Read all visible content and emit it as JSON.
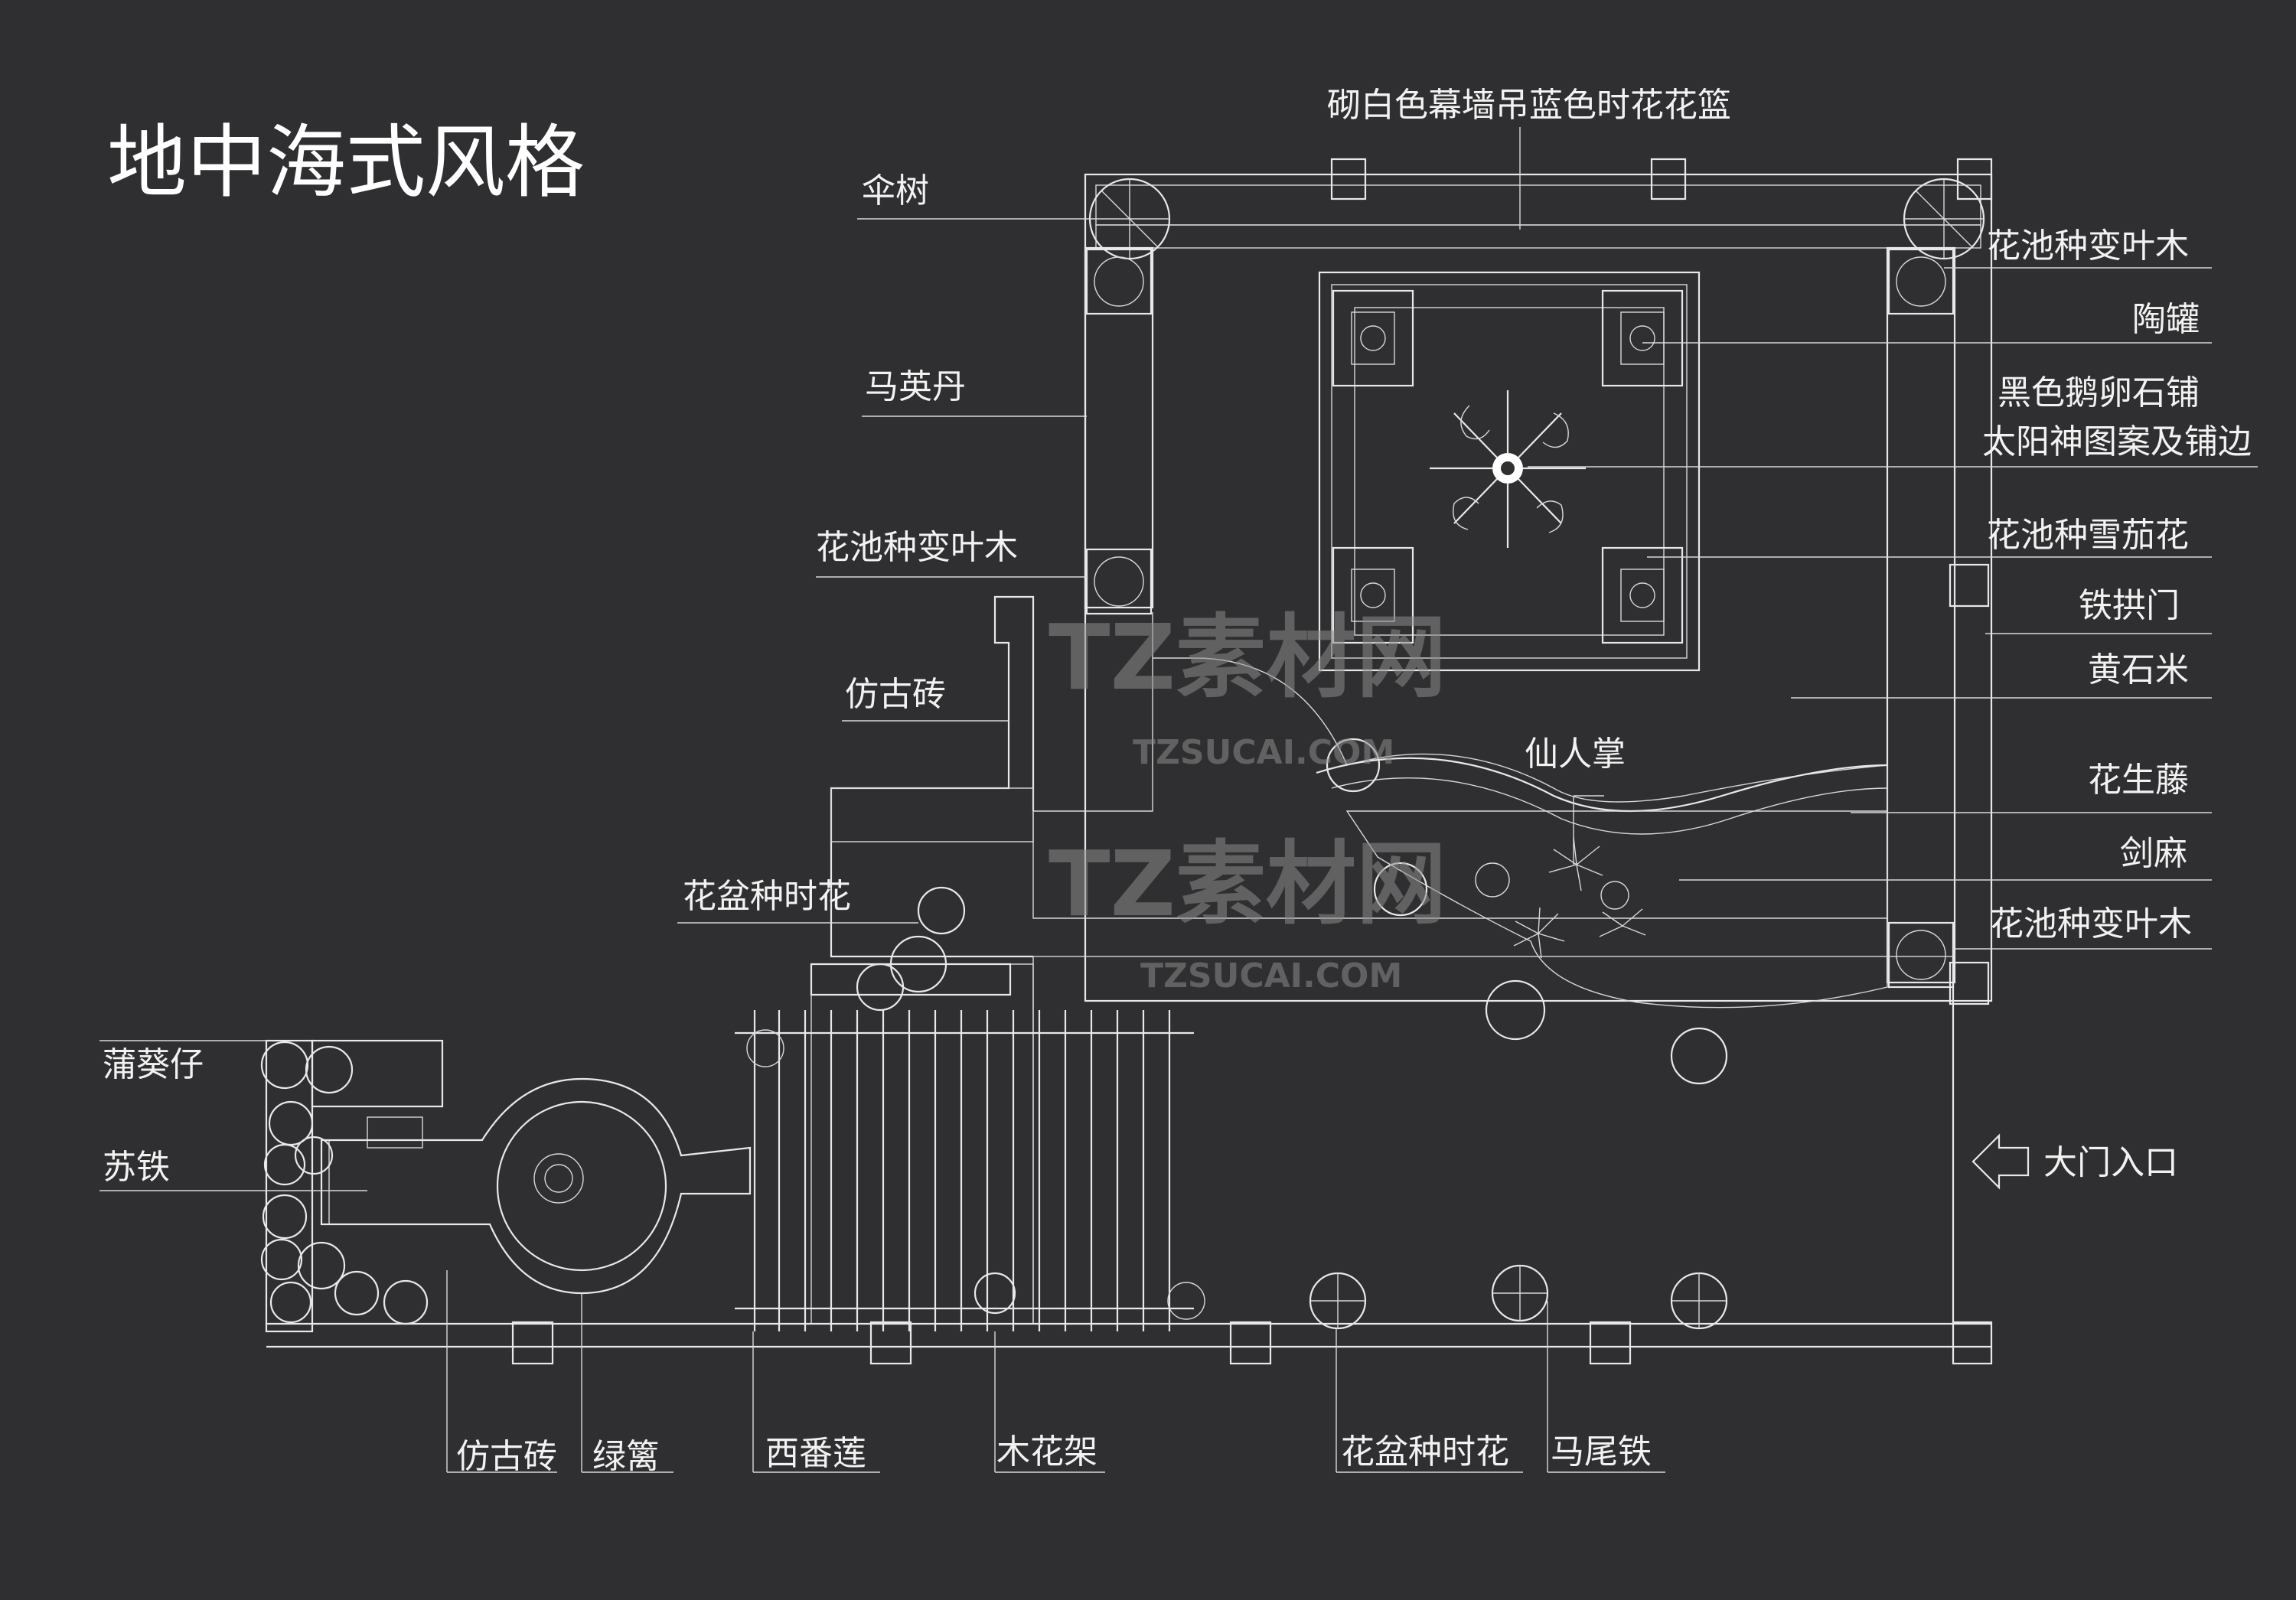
{
  "title": "地中海式风格",
  "watermark": {
    "brand": "TZ素材网",
    "url": "TZSUCAI.COM"
  },
  "labels": {
    "top_wall": "砌白色幕墙吊蓝色时花花篮",
    "umbrella_tree": "伞树",
    "lantana": "马英丹",
    "croton_bed_left": "花池种变叶木",
    "antique_brick_left": "仿古砖",
    "potted_flowers_left": "花盆种时花",
    "fan_palm": "蒲葵仔",
    "cycad": "苏铁",
    "croton_bed_top_right": "花池种变叶木",
    "clay_pot": "陶罐",
    "pebble_line1": "黑色鹅卵石铺",
    "pebble_line2": "太阳神图案及铺边",
    "cigar_flower_bed": "花池种雪茄花",
    "iron_arch": "铁拱门",
    "yellow_gravel": "黄石米",
    "peanut_vine": "花生藤",
    "sisal": "剑麻",
    "croton_bed_bottom_right": "花池种变叶木",
    "cactus": "仙人掌",
    "gate_entrance": "大门入口",
    "antique_brick_bottom": "仿古砖",
    "green_fence": "绿篱",
    "passion_fruit": "西番莲",
    "wood_pergola": "木花架",
    "potted_flowers_bottom": "花盆种时花",
    "horsetail_tree": "马尾铁"
  },
  "colors": {
    "background": "#2f2f31",
    "linework": "#e8e8e8",
    "text": "#f2f2f2"
  }
}
